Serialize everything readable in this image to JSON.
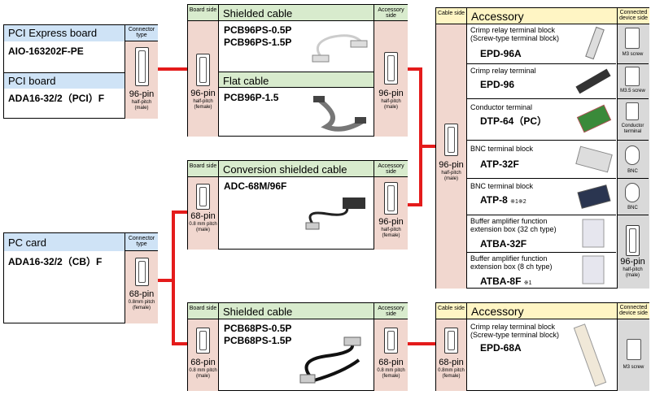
{
  "header": {
    "connector_type": "Connector type",
    "board_side": "Board side",
    "accessory_side": "Accessory side",
    "cable_side": "Cable side",
    "connected_device_side": "Connected device side"
  },
  "boards": {
    "pci_express": {
      "label": "PCI Express board",
      "model": "AIO-163202F-PE"
    },
    "pci": {
      "label": "PCI board",
      "model": "ADA16-32/2（PCI）F"
    },
    "pc_card": {
      "label": "PC card",
      "model": "ADA16-32/2（CB）F"
    }
  },
  "connectors": {
    "pin96": "96-pin",
    "pin68": "68-pin",
    "half_pitch_male": "half-pitch (male)",
    "half_pitch_female": "half-pitch (female)",
    "mm08_female": "0.8mm pitch (female)",
    "mm08_male": "0.8 mm pitch (male)",
    "mm08_pitch_female": "0.8 mm pitch (female)",
    "mm08_pitch_female2": "0.8mm pitch (female)"
  },
  "cables": {
    "shielded1": {
      "title": "Shielded cable",
      "models": [
        "PCB96PS-0.5P",
        "PCB96PS-1.5P"
      ]
    },
    "flat": {
      "title": "Flat cable",
      "models": [
        "PCB96P-1.5"
      ]
    },
    "conversion": {
      "title": "Conversion shielded cable",
      "models": [
        "ADC-68M/96F"
      ]
    },
    "shielded2": {
      "title": "Shielded cable",
      "models": [
        "PCB68PS-0.5P",
        "PCB68PS-1.5P"
      ]
    }
  },
  "accessory1": {
    "title": "Accessory",
    "items": [
      {
        "desc": "Crimp relay terminal block (Screw-type terminal block)",
        "model": "EPD-96A",
        "mark": "",
        "device": "M3 screw"
      },
      {
        "desc": "Crimp relay terminal",
        "model": "EPD-96",
        "mark": "",
        "device": "M3.5 screw"
      },
      {
        "desc": "Conductor terminal",
        "model": "DTP-64（PC）",
        "mark": "",
        "device": "Conductor terminal"
      },
      {
        "desc": "BNC terminal block",
        "model": "ATP-32F",
        "mark": "",
        "device": "BNC"
      },
      {
        "desc": "BNC terminal block",
        "model": "ATP-8",
        "mark": "※1※2",
        "device": "BNC"
      },
      {
        "desc": "Buffer amplifier function extension box (32 ch type)",
        "model": "ATBA-32F",
        "mark": "",
        "device": ""
      },
      {
        "desc": "Buffer amplifier function extension box (8 ch type)",
        "model": "ATBA-8F",
        "mark": "※1",
        "device": ""
      }
    ],
    "device_conn_pin": "96-pin",
    "device_conn_sub": "half-pitch (male)"
  },
  "accessory2": {
    "title": "Accessory",
    "items": [
      {
        "desc": "Crimp relay terminal block (Screw-type terminal block)",
        "model": "EPD-68A",
        "device": "M3 screw"
      }
    ]
  },
  "colors": {
    "wire": "#e41b1b",
    "board_header": "#cfe3f6",
    "cable_header": "#d8ebcd",
    "accessory_header": "#fff5c4",
    "connector_bg": "#f1d7cf"
  }
}
